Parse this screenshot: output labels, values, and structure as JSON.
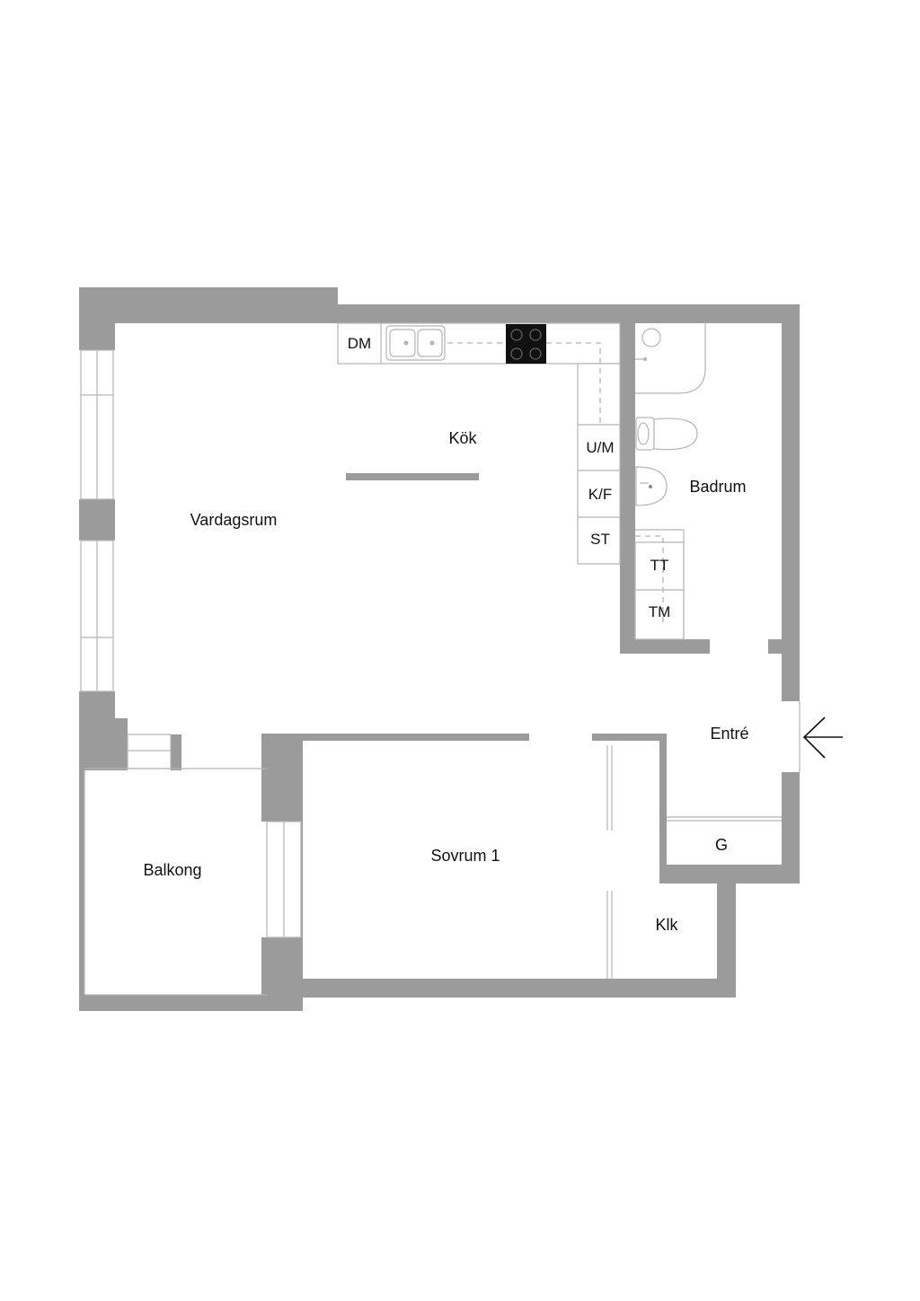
{
  "rooms": {
    "kitchen": "Kök",
    "living_room": "Vardagsrum",
    "bathroom": "Badrum",
    "entrance": "Entré",
    "bedroom": "Sovrum 1",
    "balcony": "Balkong",
    "closet": "Klk",
    "wardrobe": "G"
  },
  "appliances": {
    "dishwasher": "DM",
    "oven_microwave": "U/M",
    "fridge_freezer": "K/F",
    "storage": "ST",
    "dryer": "TT",
    "washer": "TM"
  },
  "icons": {
    "entrance_arrow": "arrow-left-icon",
    "sink": "double-sink-icon",
    "hob": "cooktop-icon"
  },
  "colors": {
    "wall": "#9b9b9b",
    "fixture_line": "#b5b5b5",
    "text": "#111111",
    "hob": "#111111"
  }
}
